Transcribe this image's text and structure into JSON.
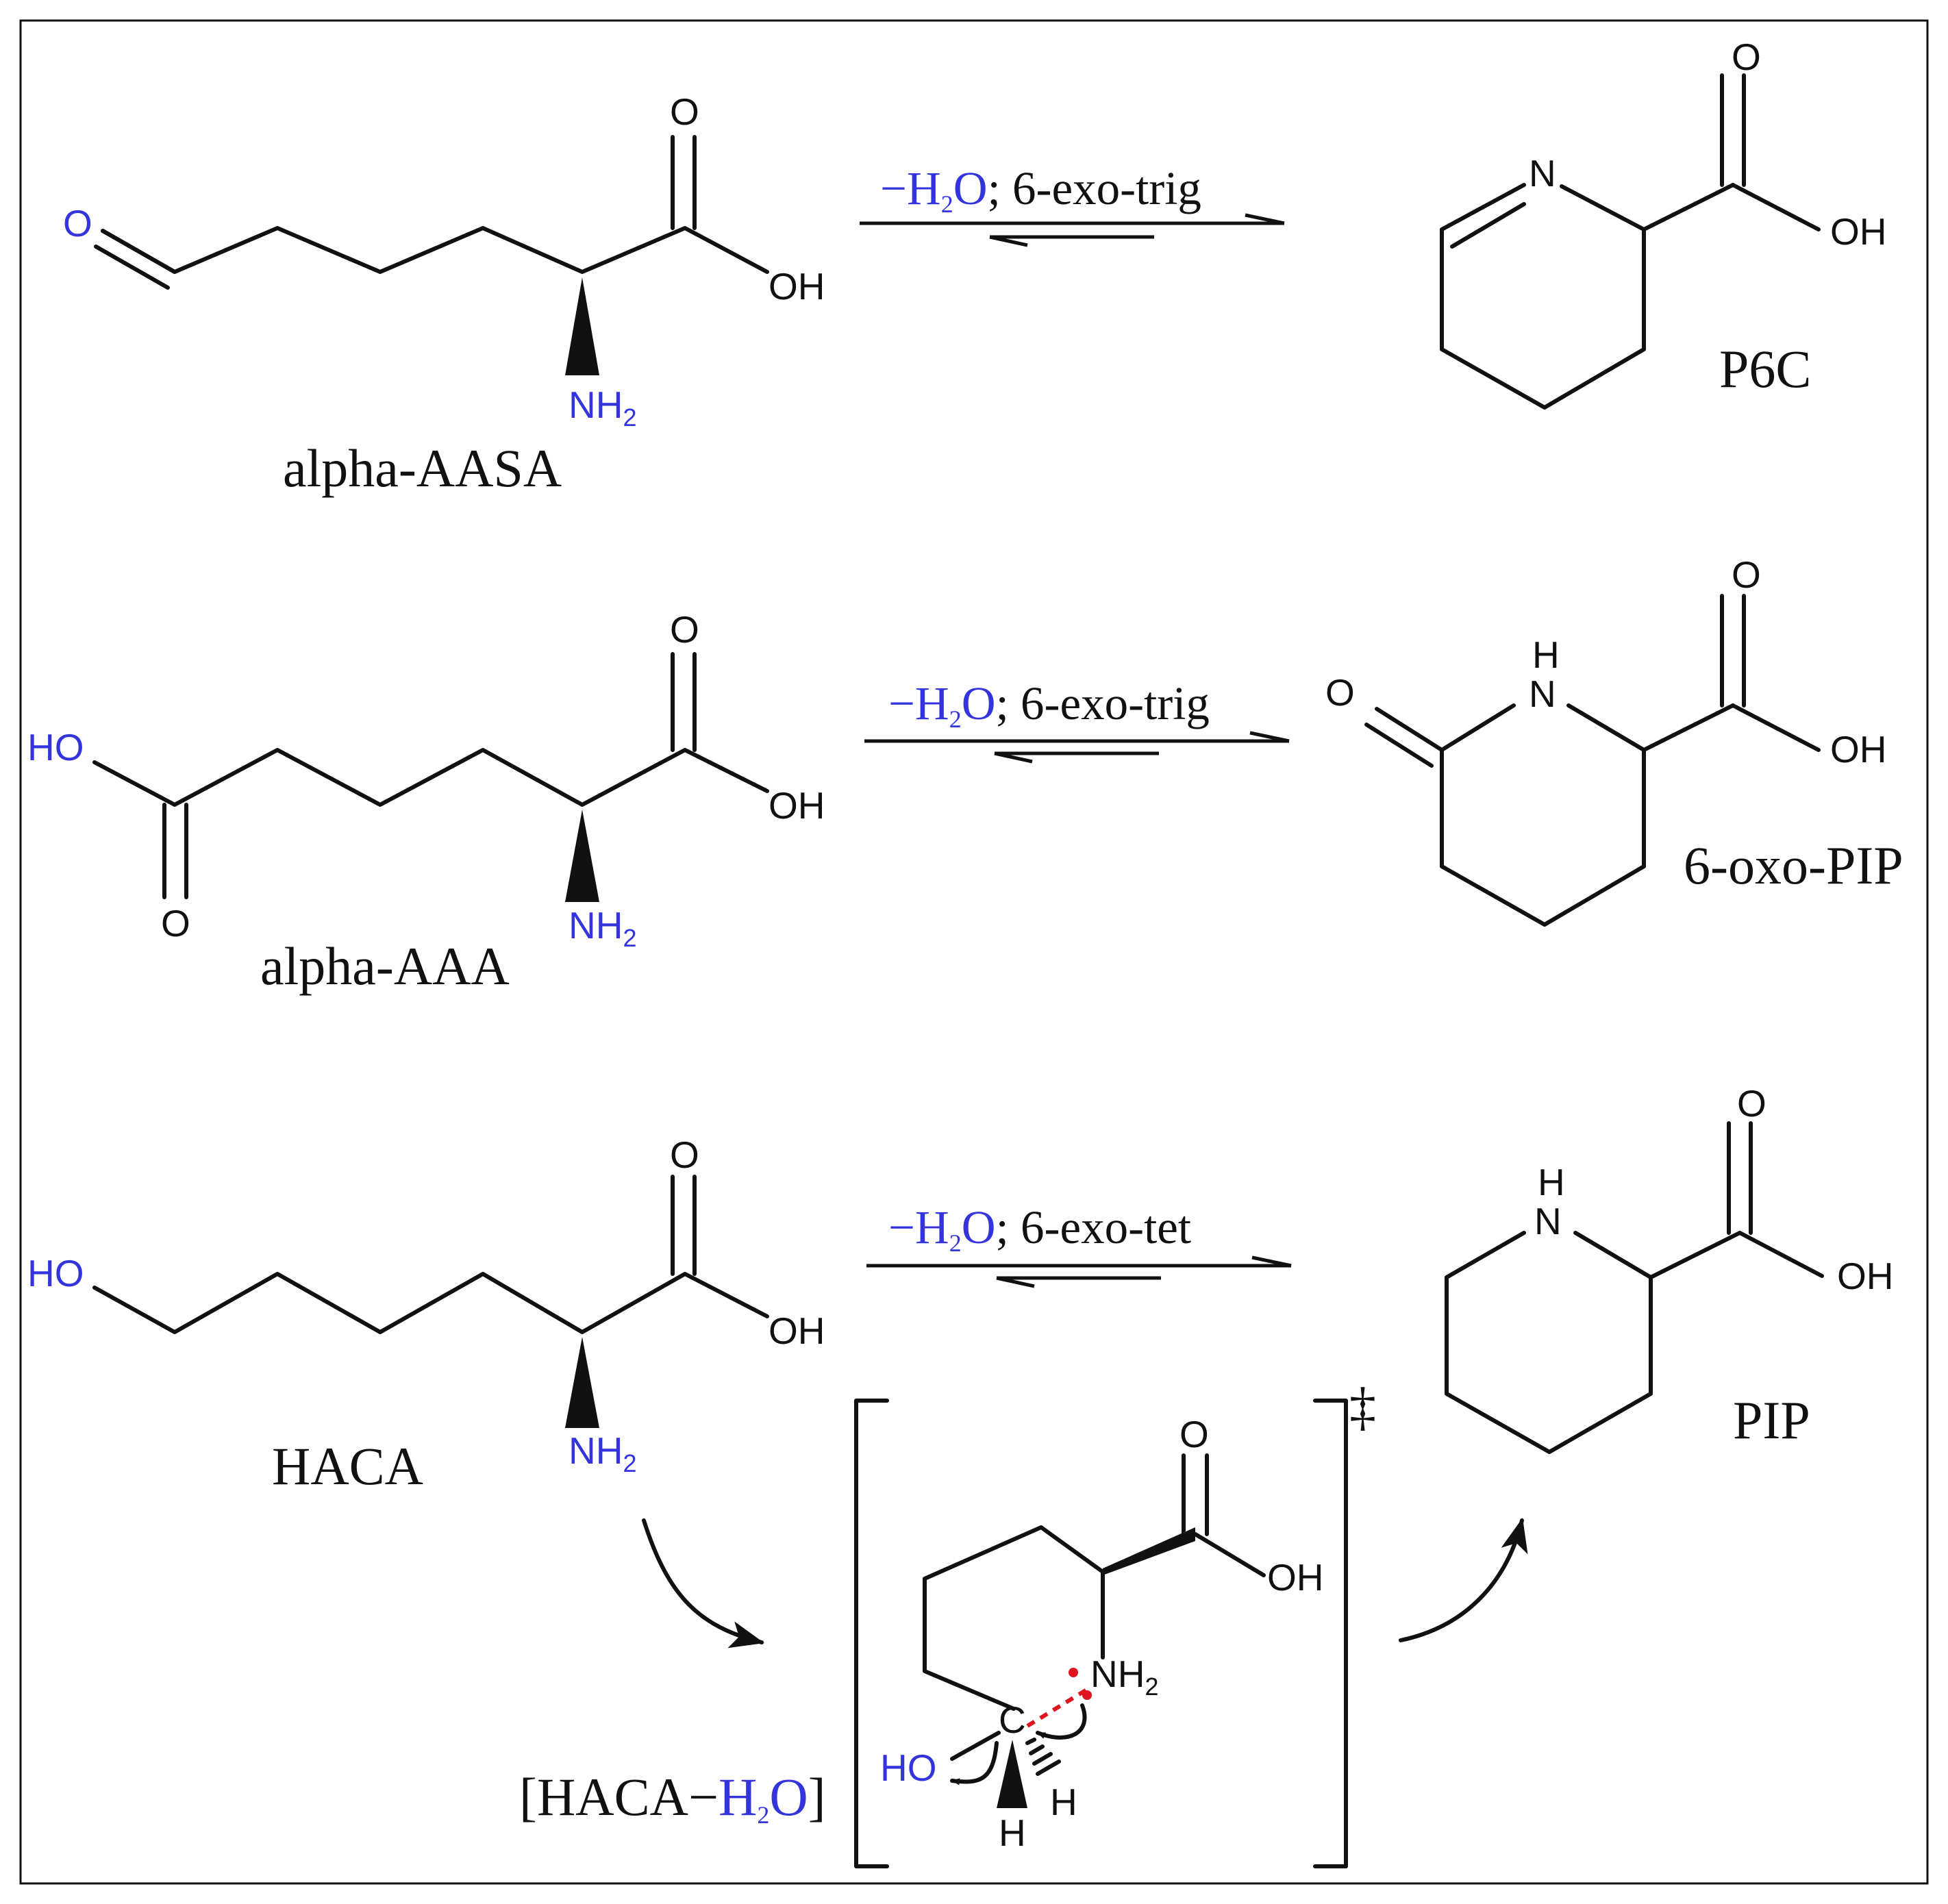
{
  "molecules": {
    "alpha_aasa": {
      "name": "alpha-AASA",
      "o": "O",
      "o2": "O",
      "oh": "OH",
      "nh": "NH",
      "nh_sub": "2"
    },
    "p6c": {
      "name": "P6C",
      "n": "N",
      "o": "O",
      "oh": "OH"
    },
    "alpha_aaa": {
      "name": "alpha-AAA",
      "ho": "HO",
      "o_low": "O",
      "o": "O",
      "oh": "OH",
      "nh": "NH",
      "nh_sub": "2"
    },
    "oxo_pip": {
      "name": "6-oxo-PIP",
      "h": "H",
      "n": "N",
      "o_ring": "O",
      "o": "O",
      "oh": "OH"
    },
    "haca": {
      "name": "HACA",
      "ho": "HO",
      "o": "O",
      "oh": "OH",
      "nh": "NH",
      "nh_sub": "2"
    },
    "pip": {
      "name": "PIP",
      "h": "H",
      "n": "N",
      "o": "O",
      "oh": "OH"
    }
  },
  "reactions": [
    {
      "minus": "−",
      "water_h": "H",
      "water_sub": "2",
      "water_o": "O",
      "rest": "; 6-exo-trig"
    },
    {
      "minus": "−",
      "water_h": "H",
      "water_sub": "2",
      "water_o": "O",
      "rest": "; 6-exo-trig"
    },
    {
      "minus": "−",
      "water_h": "H",
      "water_sub": "2",
      "water_o": "O",
      "rest": "; 6-exo-tet"
    }
  ],
  "transition_state": {
    "label_pre": "[HACA−",
    "label_h": "H",
    "label_sub": "2",
    "label_o": "O",
    "label_post": "]",
    "dagger": "‡",
    "o": "O",
    "oh": "OH",
    "nh": "NH",
    "nh_sub": "2",
    "c": "C",
    "ho": "HO",
    "h1": "H",
    "h2": "H"
  },
  "colors": {
    "heteroatom": "#3434dc",
    "bond": "#111111",
    "attack": "#e0141e"
  }
}
